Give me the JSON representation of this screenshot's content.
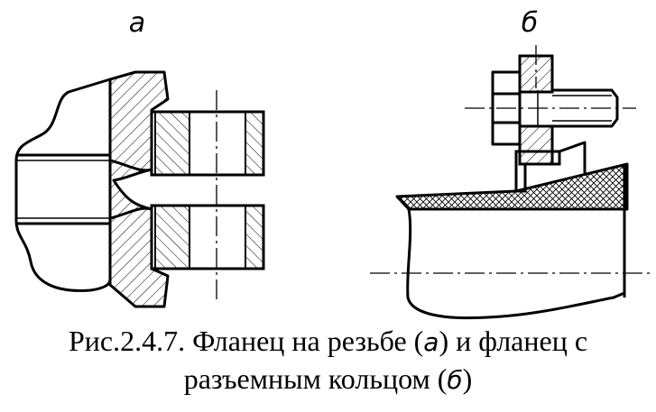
{
  "figure": {
    "label_a": "а",
    "label_b": "б",
    "caption": {
      "line1_prefix": "Рис.2.4.7. Фланец на резьбе (",
      "mark_a": "а",
      "line1_middle": ") и фланец с",
      "line2_prefix": "разъемным кольцом (",
      "mark_b": "б",
      "line2_suffix": ")"
    }
  }
}
